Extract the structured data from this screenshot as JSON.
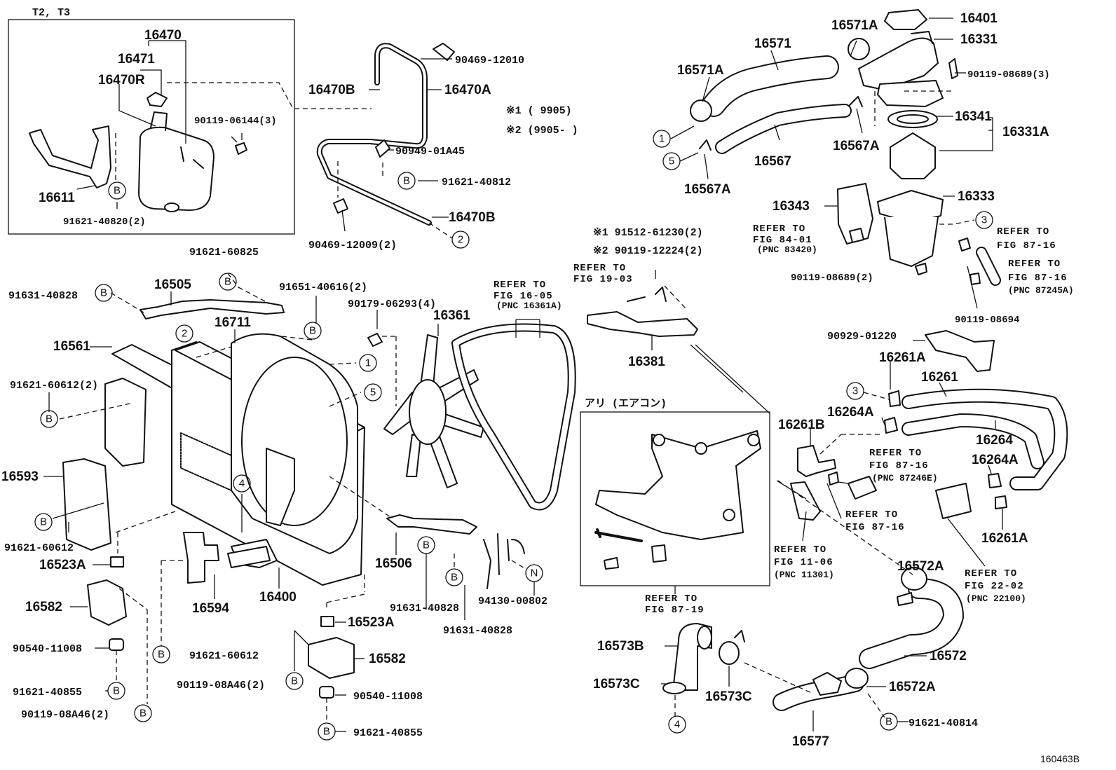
{
  "inset": {
    "models": "T2, T3"
  },
  "ac_box": {
    "title": "アリ (エアコン)"
  },
  "figure_number": "160463B",
  "callouts": {
    "b": "B",
    "n": "N",
    "c1": "1",
    "c2": "2",
    "c3": "3",
    "c4": "4",
    "c5": "5"
  },
  "notes": {
    "n1": "※1 (    9905)",
    "n2": "※2 (9905-    )",
    "bolt1": "※1 91512-61230(2)",
    "bolt2": "※2 90119-12224(2)"
  },
  "refs": {
    "r_16_05_a": "REFER TO",
    "r_16_05_b": "FIG 16-05",
    "r_16_05_c": "(PNC 16361A)",
    "r_19_03_a": "REFER TO",
    "r_19_03_b": "FIG 19-03",
    "r_84_01_a": "REFER TO",
    "r_84_01_b": "FIG 84-01",
    "r_84_01_c": "(PNC 83420)",
    "r_87_16a_a": "REFER TO",
    "r_87_16a_b": "FIG 87-16",
    "r_87_16b_a": "REFER TO",
    "r_87_16b_b": "FIG 87-16",
    "r_87_16b_c": "(PNC 87245A)",
    "r_87_16c_a": "REFER TO",
    "r_87_16c_b": "FIG 87-16",
    "r_87_16c_c": "(PNC 87246E)",
    "r_87_16d_a": "REFER TO",
    "r_87_16d_b": "FIG 87-16",
    "r_11_06_a": "REFER TO",
    "r_11_06_b": "FIG 11-06",
    "r_11_06_c": "(PNC 11301)",
    "r_22_02_a": "REFER TO",
    "r_22_02_b": "FIG 22-02",
    "r_22_02_c": "(PNC 22100)",
    "r_87_19_a": "REFER TO",
    "r_87_19_b": "FIG 87-19"
  },
  "parts": {
    "p16470": "16470",
    "p16471": "16471",
    "p16470R": "16470R",
    "p90119_06144": "90119-06144(3)",
    "p16611": "16611",
    "p91621_40820": "91621-40820(2)",
    "p90469_12010": "90469-12010",
    "p16470B_a": "16470B",
    "p16470A": "16470A",
    "p90949_01A45": "90949-01A45",
    "p91621_40812": "91621-40812",
    "p16470B_b": "16470B",
    "p90469_12009": "90469-12009(2)",
    "p16401": "16401",
    "p16331": "16331",
    "p16571A_a": "16571A",
    "p16571": "16571",
    "p16571A_b": "16571A",
    "p90119_08689_3": "90119-08689(3)",
    "p16341": "16341",
    "p16331A": "16331A",
    "p16567A_a": "16567A",
    "p16567": "16567",
    "p16567A_b": "16567A",
    "p16333": "16333",
    "p16343": "16343",
    "p90119_08689_2": "90119-08689(2)",
    "p90119_08694": "90119-08694",
    "p91621_60825": "91621-60825",
    "p91631_40828_a": "91631-40828",
    "p16505": "16505",
    "p91651_40616": "91651-40616(2)",
    "p16711": "16711",
    "p90179_06293": "90179-06293(4)",
    "p16361": "16361",
    "p16381": "16381",
    "p16561": "16561",
    "p91621_60612_2": "91621-60612(2)",
    "p16593": "16593",
    "p91621_60612_a": "91621-60612",
    "p16523A_a": "16523A",
    "p16582_a": "16582",
    "p90540_11008_a": "90540-11008",
    "p91621_40855_a": "91621-40855",
    "p90119_08A46_a": "90119-08A46(2)",
    "p16594": "16594",
    "p16400": "16400",
    "p91621_60612_b": "91621-60612",
    "p16506": "16506",
    "p91631_40828_b": "91631-40828",
    "p91631_40828_c": "91631-40828",
    "p94130_00802": "94130-00802",
    "p16523A_b": "16523A",
    "p16582_b": "16582",
    "p90119_08A46_b": "90119-08A46(2)",
    "p90540_11008_b": "90540-11008",
    "p91621_40855_b": "91621-40855",
    "p90929_01220": "90929-01220",
    "p16261A_a": "16261A",
    "p16261": "16261",
    "p16264A_a": "16264A",
    "p16261B": "16261B",
    "p16264": "16264",
    "p16264A_b": "16264A",
    "p16261A_b": "16261A",
    "p16572A_a": "16572A",
    "p16572": "16572",
    "p16572A_b": "16572A",
    "p16573B": "16573B",
    "p16573C_a": "16573C",
    "p16573C_b": "16573C",
    "p16577": "16577",
    "p91621_40814": "91621-40814"
  }
}
